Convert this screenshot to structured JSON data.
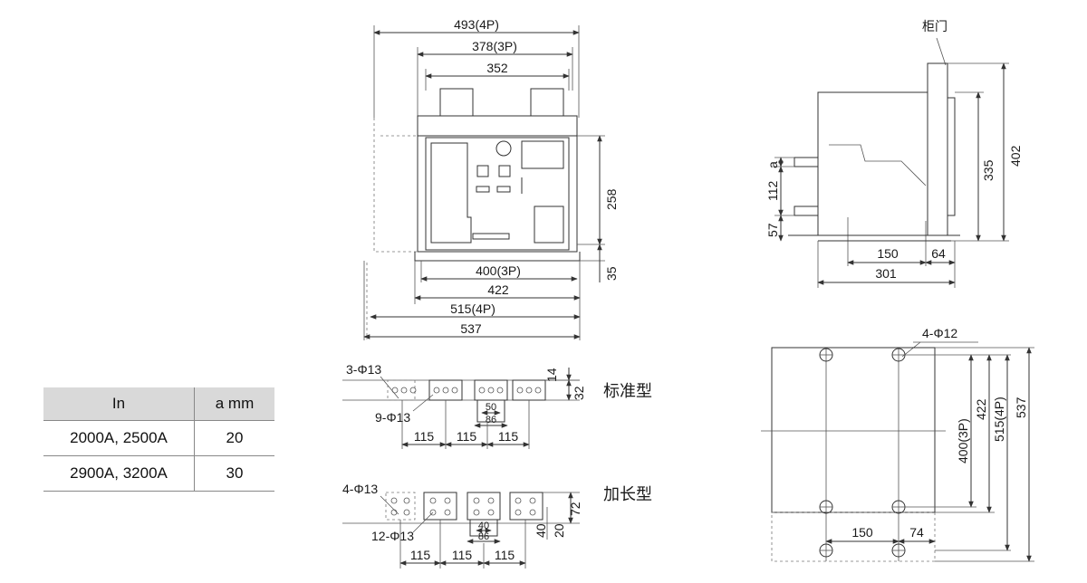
{
  "front_view": {
    "dims": [
      "493(4P)",
      "378(3P)",
      "352",
      "258",
      "35",
      "400(3P)",
      "422",
      "515(4P)",
      "537"
    ]
  },
  "side_view": {
    "door_label": "柜门",
    "dims": [
      "402",
      "335",
      "a",
      "112",
      "57",
      "150",
      "64",
      "301"
    ]
  },
  "terminals": {
    "standard": {
      "title": "标准型",
      "labels": [
        "3-Φ13",
        "9-Φ13"
      ],
      "dims": [
        "14",
        "32",
        "50",
        "86",
        "115",
        "115",
        "115"
      ]
    },
    "extended": {
      "title": "加长型",
      "labels": [
        "4-Φ13",
        "12-Φ13"
      ],
      "dims": [
        "72",
        "40",
        "20",
        "40",
        "86",
        "115",
        "115",
        "115"
      ]
    }
  },
  "mounting": {
    "hole_label": "4-Φ12",
    "dims": [
      "400(3P)",
      "422",
      "515(4P)",
      "537",
      "150",
      "74"
    ]
  },
  "table": {
    "headers": [
      "In",
      "a mm"
    ],
    "rows": [
      [
        "2000A, 2500A",
        "20"
      ],
      [
        "2900A, 3200A",
        "30"
      ]
    ]
  }
}
